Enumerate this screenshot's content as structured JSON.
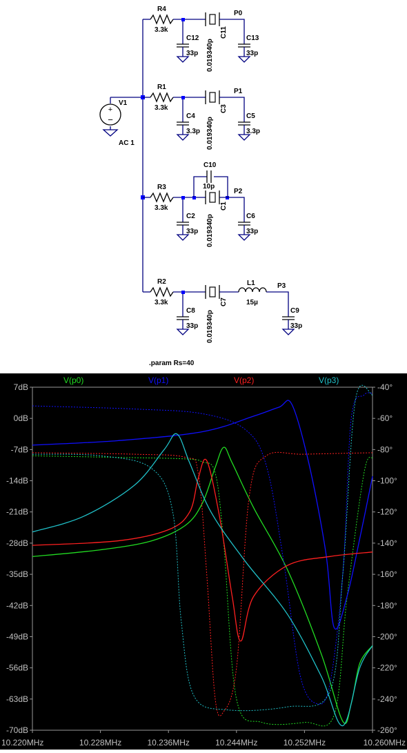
{
  "schematic": {
    "source": {
      "name": "V1",
      "value": "AC 1"
    },
    "directive": ".param Rs=40",
    "branches": [
      {
        "resistor": {
          "name": "R4",
          "value": "3.3k"
        },
        "shunt_in": {
          "name": "C12",
          "value": "33p"
        },
        "crystal": {
          "name": "C11",
          "value": "0.019340p"
        },
        "node": "P0",
        "shunt_out": {
          "name": "C13",
          "value": "33p"
        }
      },
      {
        "resistor": {
          "name": "R1",
          "value": "3.3k"
        },
        "shunt_in": {
          "name": "C4",
          "value": "3.3p"
        },
        "crystal": {
          "name": "C3",
          "value": "0.019340p"
        },
        "node": "P1",
        "shunt_out": {
          "name": "C5",
          "value": "3.3p"
        }
      },
      {
        "resistor": {
          "name": "R3",
          "value": "3.3k"
        },
        "shunt_in": {
          "name": "C2",
          "value": "33p"
        },
        "crystal": {
          "name": "C1",
          "value": "0.019340p"
        },
        "node": "P2",
        "shunt_out": {
          "name": "C6",
          "value": "33p"
        },
        "parallel": {
          "name": "C10",
          "value": "10p"
        }
      },
      {
        "resistor": {
          "name": "R2",
          "value": "3.3k"
        },
        "shunt_in": {
          "name": "C8",
          "value": "33p"
        },
        "crystal": {
          "name": "C7",
          "value": "0.019340p"
        },
        "series_inductor": {
          "name": "L1",
          "value": "15µ"
        },
        "node": "P3",
        "shunt_out": {
          "name": "C9",
          "value": "33p"
        }
      }
    ]
  },
  "plot": {
    "colors": {
      "background": "#000000",
      "p0": "#22dd22",
      "p1": "#1010ff",
      "p2": "#ff2020",
      "p3": "#20c0c8",
      "axis": "#9a9a9a",
      "text": "#c0c0c0"
    },
    "traces": [
      {
        "label": "V(p0)",
        "color": "#22dd22"
      },
      {
        "label": "V(p1)",
        "color": "#1010ff"
      },
      {
        "label": "V(p2)",
        "color": "#ff2020"
      },
      {
        "label": "V(p3)",
        "color": "#20c0c8"
      }
    ],
    "left_ticks": [
      "7dB",
      "0dB",
      "-7dB",
      "-14dB",
      "-21dB",
      "-28dB",
      "-35dB",
      "-42dB",
      "-49dB",
      "-56dB",
      "-63dB",
      "-70dB"
    ],
    "right_ticks": [
      "-40°",
      "-60°",
      "-80°",
      "-100°",
      "-120°",
      "-140°",
      "-160°",
      "-180°",
      "-200°",
      "-220°",
      "-240°",
      "-260°"
    ],
    "x_ticks": [
      "10.220MHz",
      "10.228MHz",
      "10.236MHz",
      "10.244MHz",
      "10.252MHz",
      "10.260MHz"
    ]
  },
  "chart_data": {
    "type": "line",
    "title": "",
    "xlabel": "",
    "ylabel": "",
    "x_unit": "MHz",
    "xlim": [
      10.22,
      10.26
    ],
    "ylim_left_dB": [
      -70,
      7
    ],
    "ylim_right_deg": [
      -260,
      -40
    ],
    "grid": false,
    "legend": "top",
    "series": [
      {
        "name": "V(p0)",
        "quantity": "magnitude_dB",
        "x": [
          10.22,
          10.228,
          10.234,
          10.238,
          10.24,
          10.2415,
          10.2425,
          10.2435,
          10.246,
          10.25,
          10.254,
          10.2565,
          10.2575,
          10.2585,
          10.26
        ],
        "values": [
          -31,
          -29.5,
          -27.5,
          -24,
          -19,
          -11,
          -6.5,
          -10,
          -20,
          -34,
          -53,
          -68,
          -64,
          -55,
          -51
        ]
      },
      {
        "name": "V(p0)",
        "quantity": "phase_deg",
        "x": [
          10.22,
          10.23,
          10.238,
          10.24,
          10.2415,
          10.2425,
          10.244,
          10.247,
          10.252,
          10.2555,
          10.257,
          10.259,
          10.26
        ],
        "values": [
          -84,
          -85,
          -86,
          -88,
          -95,
          -140,
          -240,
          -255,
          -255,
          -250,
          -175,
          -95,
          -85
        ]
      },
      {
        "name": "V(p1)",
        "quantity": "magnitude_dB",
        "x": [
          10.22,
          10.23,
          10.24,
          10.246,
          10.249,
          10.2505,
          10.2525,
          10.2545,
          10.2555,
          10.257,
          10.2585,
          10.26
        ],
        "values": [
          -6,
          -5,
          -3,
          0.5,
          2.5,
          3.2,
          -10,
          -30,
          -47,
          -40,
          -27,
          -13
        ]
      },
      {
        "name": "V(p1)",
        "quantity": "phase_deg",
        "x": [
          10.22,
          10.232,
          10.24,
          10.245,
          10.2475,
          10.2495,
          10.2515,
          10.2535,
          10.255,
          10.2565,
          10.2575,
          10.259,
          10.26
        ],
        "values": [
          -52,
          -54,
          -57,
          -67,
          -90,
          -150,
          -225,
          -243,
          -230,
          -160,
          -60,
          -45,
          -44
        ]
      },
      {
        "name": "V(p2)",
        "quantity": "magnitude_dB",
        "x": [
          10.22,
          10.23,
          10.236,
          10.2385,
          10.2395,
          10.2405,
          10.242,
          10.2435,
          10.2445,
          10.246,
          10.25,
          10.255,
          10.26
        ],
        "values": [
          -28.5,
          -27.5,
          -25,
          -21,
          -13.5,
          -9.5,
          -22,
          -40,
          -50,
          -40,
          -33,
          -31,
          -30
        ]
      },
      {
        "name": "V(p2)",
        "quantity": "phase_deg",
        "x": [
          10.22,
          10.232,
          10.238,
          10.2395,
          10.2405,
          10.2415,
          10.2425,
          10.244,
          10.2455,
          10.2475,
          10.252,
          10.26
        ],
        "values": [
          -82,
          -83,
          -85,
          -95,
          -160,
          -240,
          -248,
          -220,
          -110,
          -84,
          -83,
          -82
        ]
      },
      {
        "name": "V(p3)",
        "quantity": "magnitude_dB",
        "x": [
          10.22,
          10.226,
          10.232,
          10.2355,
          10.237,
          10.2385,
          10.241,
          10.245,
          10.25,
          10.254,
          10.2565,
          10.2585,
          10.26
        ],
        "values": [
          -25.5,
          -22,
          -15,
          -7,
          -3.5,
          -10,
          -21,
          -32,
          -44,
          -58,
          -69,
          -56,
          -51
        ]
      },
      {
        "name": "V(p3)",
        "quantity": "phase_deg",
        "x": [
          10.22,
          10.228,
          10.234,
          10.2365,
          10.2375,
          10.239,
          10.243,
          10.25,
          10.255,
          10.2565,
          10.258,
          10.26
        ],
        "values": [
          -83,
          -84,
          -92,
          -120,
          -190,
          -238,
          -247,
          -245,
          -235,
          -160,
          -48,
          -45
        ]
      }
    ]
  }
}
